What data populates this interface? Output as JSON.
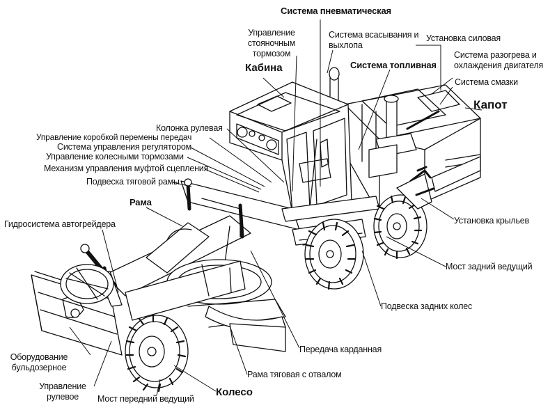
{
  "labels": {
    "pneumatic": "Система пневматическая",
    "parking_brake": "Управление стояночным тормозом",
    "intake_exhaust": "Система всасывания и выхлопа",
    "power_unit": "Установка силовая",
    "heating_cooling": "Система разогрева и охлаждения двигателя",
    "cabin": "Кабина",
    "fuel": "Система топливная",
    "lubrication": "Система смазки",
    "hood": "Капот",
    "steering_column": "Колонка рулевая",
    "gearbox_control": "Управление коробкой перемены передач",
    "regulator_control": "Система управления регулятором",
    "wheel_brakes": "Управление колесными тормозами",
    "clutch_mechanism": "Механизм управления муфтой сцепления",
    "draw_frame_suspension": "Подвеска тяговой рамы",
    "frame": "Рама",
    "hydraulics": "Гидросистема автогрейдера",
    "wings": "Установка крыльев",
    "rear_axle": "Мост задний ведущий",
    "rear_suspension": "Подвеска задних колес",
    "cardan": "Передача карданная",
    "bulldozer": "Оборудование бульдозерное",
    "draw_frame_blade": "Рама тяговая с отвалом",
    "steering": "Управление рулевое",
    "wheel": "Колесо",
    "front_axle": "Мост передний ведущий"
  }
}
